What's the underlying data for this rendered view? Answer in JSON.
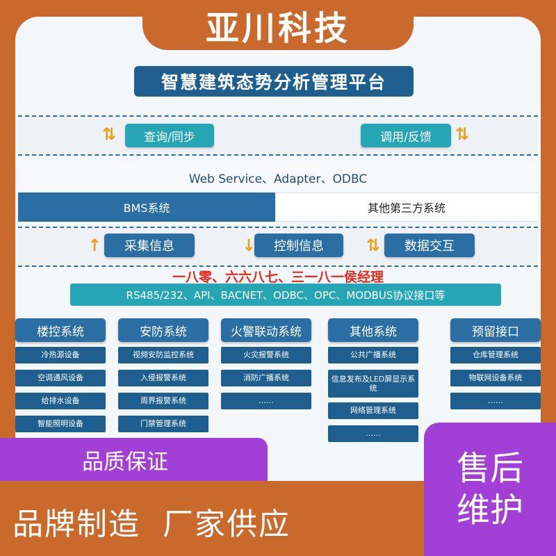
{
  "brand": {
    "name": "亚川科技"
  },
  "platform": {
    "title": "智慧建筑态势分析管理平台"
  },
  "sync_row": {
    "left_arrow": "⇅",
    "left_label": "查询/同步",
    "right_label": "调用/反馈",
    "right_arrow": "⇅"
  },
  "protocols_top": "Web Service、Adapter、ODBC",
  "systems_row": {
    "bms": "BMS系统",
    "third_party": "其他第三方系统"
  },
  "info_row": {
    "collect_arrow": "↑",
    "collect_label": "采集信息",
    "control_arrow": "↓",
    "control_label": "控制信息",
    "exchange_arrow": "⇅",
    "exchange_label": "数据交互"
  },
  "red_slogan": "一八零、六六八七、三一八一侯经理",
  "protocols_bottom": "RS485/232、API、BACNET、ODBC、OPC、MODBUS协议接口等",
  "categories": [
    {
      "title": "楼控系统",
      "items": [
        "冷热源设备",
        "空调通风设备",
        "给排水设备",
        "智能照明设备"
      ]
    },
    {
      "title": "安防系统",
      "items": [
        "视频安防监控系统",
        "入侵报警系统",
        "周界报警系统",
        "门禁管理系统"
      ]
    },
    {
      "title": "火警联动系统",
      "items": [
        "火灾报警系统",
        "消防广播系统",
        "……"
      ]
    },
    {
      "title": "其他系统",
      "items": [
        "公共广播系统",
        "信息发布及LED屏显示系统",
        "网络管理系统",
        "……"
      ]
    },
    {
      "title": "预留接口",
      "items": [
        "仓库管理系统",
        "物联网设备系统",
        "……"
      ]
    }
  ],
  "banners": {
    "quality": "品质保证",
    "brand_slogan": "品牌制造  厂家供应",
    "after_sales_line1": "售后",
    "after_sales_line2": "维护"
  },
  "colors": {
    "orange_frame": "#c96a2c",
    "navy": "#1f5f8f",
    "blue": "#2a6ea3",
    "teal": "#26a6b5",
    "purple": "#a23fd6",
    "red_text": "#e02a1e",
    "arrow": "#e8a21f"
  }
}
